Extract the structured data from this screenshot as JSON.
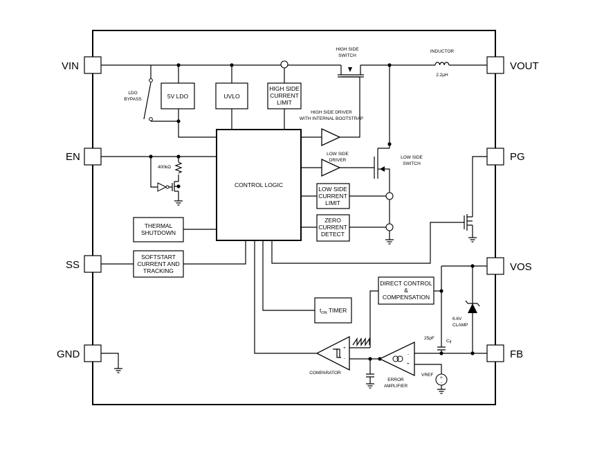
{
  "pins": {
    "vin": "VIN",
    "en": "EN",
    "ss": "SS",
    "gnd": "GND",
    "vout": "VOUT",
    "pg": "PG",
    "vos": "VOS",
    "fb": "FB"
  },
  "blocks": {
    "ldo": "5V LDO",
    "uvlo": "UVLO",
    "hs_limit": [
      "HIGH SIDE",
      "CURRENT",
      "LIMIT"
    ],
    "control_logic": "CONTROL LOGIC",
    "ls_limit": [
      "LOW SIDE",
      "CURRENT",
      "LIMIT"
    ],
    "zero_current": [
      "ZERO",
      "CURRENT",
      "DETECT"
    ],
    "thermal": [
      "THERMAL",
      "SHUTDOWN"
    ],
    "softstart": [
      "SOFTSTART",
      "CURRENT AND",
      "TRACKING"
    ],
    "direct_control": [
      "DIRECT CONTROL",
      "&",
      "COMPENSATION"
    ],
    "ton_timer_sub": "ON",
    "ton_timer_main": " TIMER",
    "ton_timer_t": "t"
  },
  "labels": {
    "hs_switch": [
      "HIGH SIDE",
      "SWITCH"
    ],
    "inductor": "INDUCTOR",
    "inductor_value": "2.2μH",
    "ldo_bypass": [
      "LDO",
      "BYPASS"
    ],
    "hs_driver": [
      "HIGH SIDE DRIVER",
      "WITH INTERNAL BOOTSTRAP"
    ],
    "ls_driver": [
      "LOW SIDE",
      "DRIVER"
    ],
    "ls_switch": [
      "LOW SIDE",
      "SWITCH"
    ],
    "resistor": "400kΩ",
    "clamp": [
      "6.6V",
      "CLAMP"
    ],
    "cff_value": "25pF",
    "cff_name": "C",
    "cff_sub": "ff",
    "comparator": "COMPARATOR",
    "error_amp": [
      "ERROR",
      "AMPLIFIER"
    ],
    "vref": "VREF"
  }
}
